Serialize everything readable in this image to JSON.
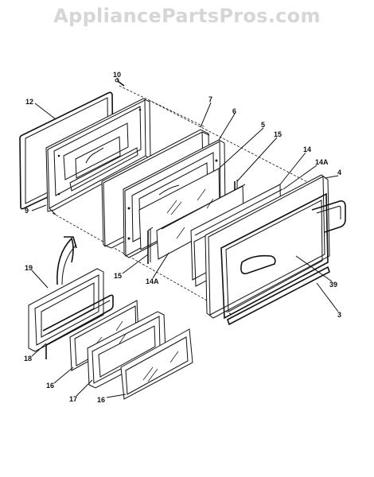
{
  "watermark": "AppliancePartsPros.com",
  "callouts": {
    "c10": "10",
    "c12": "12",
    "c7": "7",
    "c6": "6",
    "c5": "5",
    "c15a": "15",
    "c14": "14",
    "c14A_a": "14A",
    "c4": "4",
    "c9": "9",
    "c15b": "15",
    "c14A_b": "14A",
    "c39": "39",
    "c3": "3",
    "c19": "19",
    "c18": "18",
    "c16a": "16",
    "c17": "17",
    "c16b": "16"
  }
}
